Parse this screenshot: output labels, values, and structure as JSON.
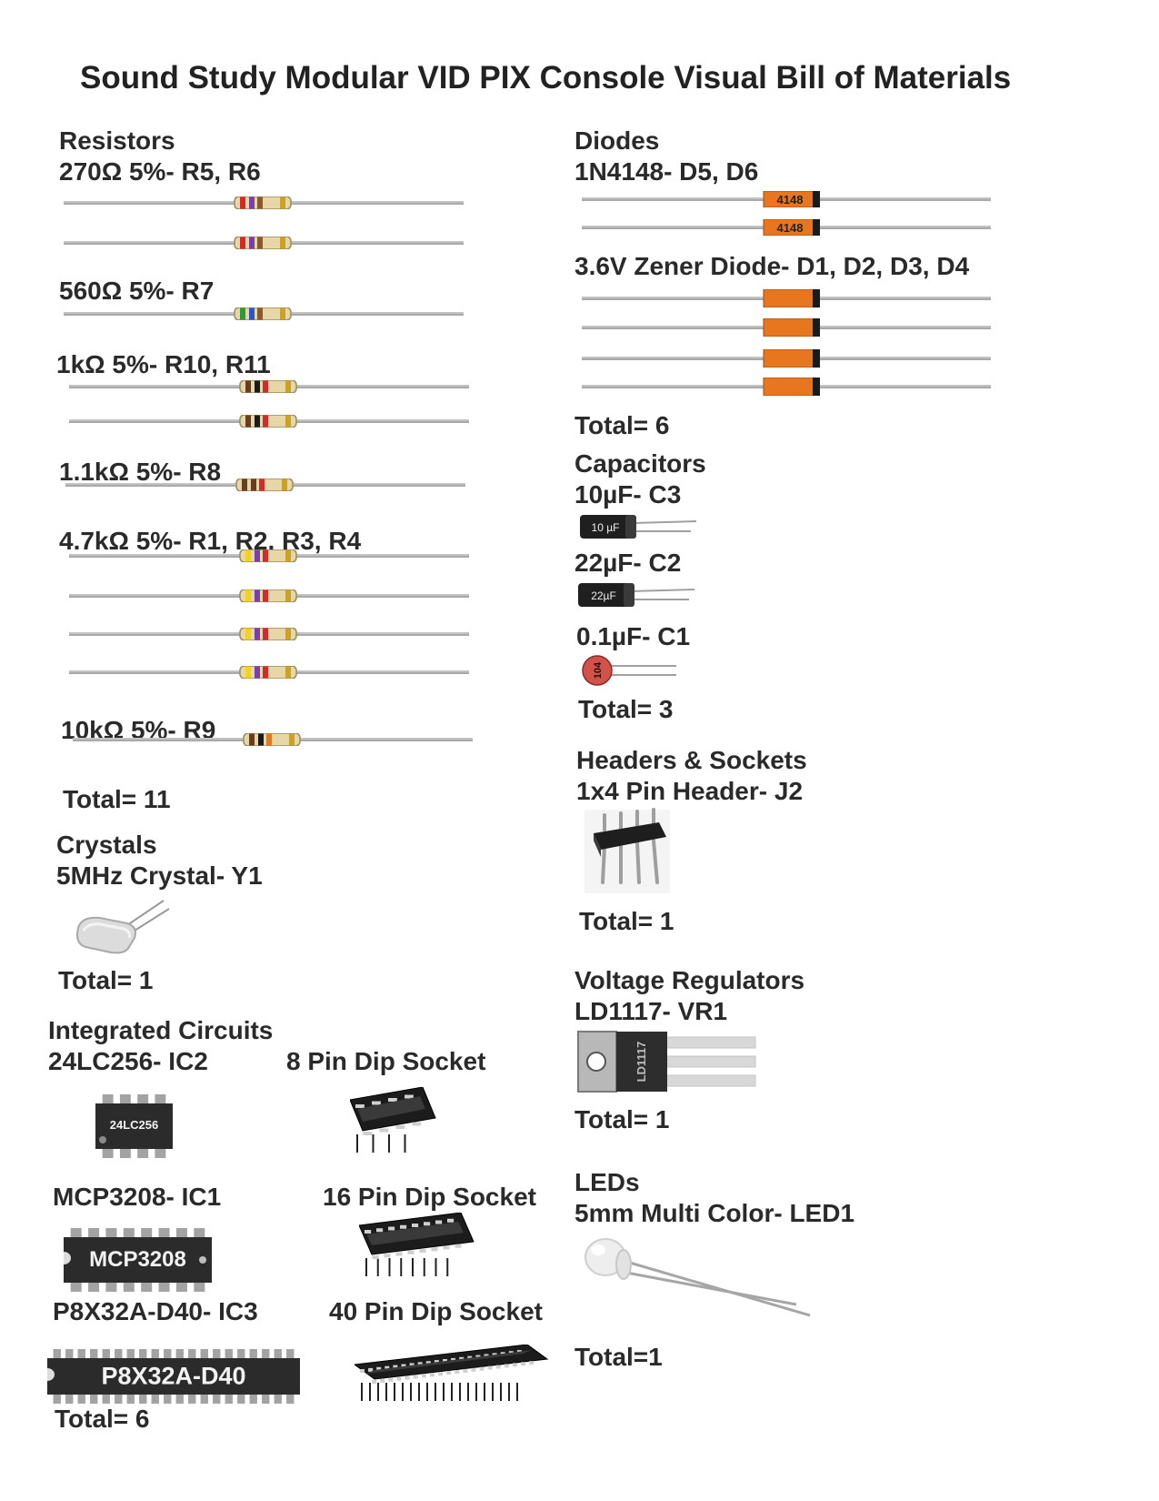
{
  "title": "Sound Study Modular VID PIX Console Visual Bill of Materials",
  "resistors": {
    "heading": "Resistors",
    "groups": [
      {
        "label": "270Ω 5%- R5, R6",
        "count": 2
      },
      {
        "label": "560Ω 5%- R7",
        "count": 1
      },
      {
        "label": "1kΩ 5%- R10, R11",
        "count": 2
      },
      {
        "label": "1.1kΩ 5%- R8",
        "count": 1
      },
      {
        "label": "4.7kΩ 5%- R1, R2, R3, R4",
        "count": 4
      },
      {
        "label": "10kΩ 5%- R9",
        "count": 1
      }
    ],
    "total": "Total= 11"
  },
  "crystals": {
    "heading": "Crystals",
    "item": "5MHz Crystal- Y1",
    "total": "Total= 1"
  },
  "integrated_circuits": {
    "heading": "Integrated Circuits",
    "items": [
      {
        "label": "24LC256- IC2",
        "marking": "24LC256",
        "socket": "8 Pin Dip Socket"
      },
      {
        "label": "MCP3208- IC1",
        "marking": "MCP3208",
        "socket": "16 Pin Dip Socket"
      },
      {
        "label": "P8X32A-D40- IC3",
        "marking": "P8X32A-D40",
        "socket": "40 Pin Dip Socket"
      }
    ],
    "total": "Total= 6"
  },
  "diodes": {
    "heading": "Diodes",
    "signal": {
      "label": "1N4148- D5, D6",
      "marking": "4148",
      "count": 2
    },
    "zener": {
      "label": "3.6V Zener Diode- D1, D2, D3, D4",
      "count": 4
    },
    "total": "Total= 6"
  },
  "capacitors": {
    "heading": "Capacitors",
    "items": [
      {
        "label": "10µF- C3",
        "marking": "10 µF"
      },
      {
        "label": "22µF- C2",
        "marking": "22µF"
      },
      {
        "label": "0.1µF- C1",
        "marking": "104"
      }
    ],
    "total": "Total= 3"
  },
  "headers": {
    "heading": "Headers & Sockets",
    "item": "1x4 Pin Header- J2",
    "total": "Total= 1"
  },
  "regulators": {
    "heading": "Voltage Regulators",
    "item": "LD1117- VR1",
    "marking": "LD1117",
    "total": "Total= 1"
  },
  "leds": {
    "heading": "LEDs",
    "item": "5mm Multi Color- LED1",
    "total": "Total=1"
  },
  "colors": {
    "diode_orange": "#e8761e",
    "ic_body": "#2b2b2b",
    "resistor_body": "#e7d6a6",
    "ceramic_cap": "#d2524a"
  }
}
